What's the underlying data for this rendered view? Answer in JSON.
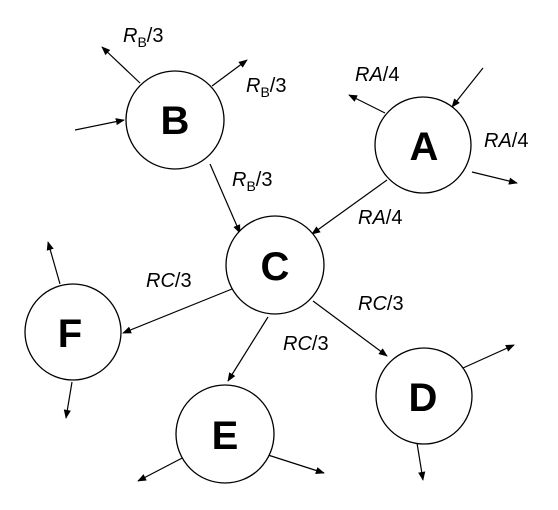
{
  "nodes": {
    "A": "A",
    "B": "B",
    "C": "C",
    "D": "D",
    "E": "E",
    "F": "F"
  },
  "labels": {
    "rb_top": {
      "var": "R",
      "sub": "B",
      "den": "/3"
    },
    "rb_right": {
      "var": "R",
      "sub": "B",
      "den": "/3"
    },
    "rb_to_c": {
      "var": "R",
      "sub": "B",
      "den": "/3"
    },
    "ra_top": {
      "var": "RA",
      "den": "/4"
    },
    "ra_right": {
      "var": "RA",
      "den": "/4"
    },
    "ra_to_c": {
      "var": "RA",
      "den": "/4"
    },
    "rc_to_f": {
      "var": "RC",
      "den": "/3"
    },
    "rc_to_d": {
      "var": "RC",
      "den": "/3"
    },
    "rc_to_e": {
      "var": "RC",
      "den": "/3"
    }
  },
  "colors": {
    "stroke": "#000000",
    "background": "#ffffff"
  }
}
